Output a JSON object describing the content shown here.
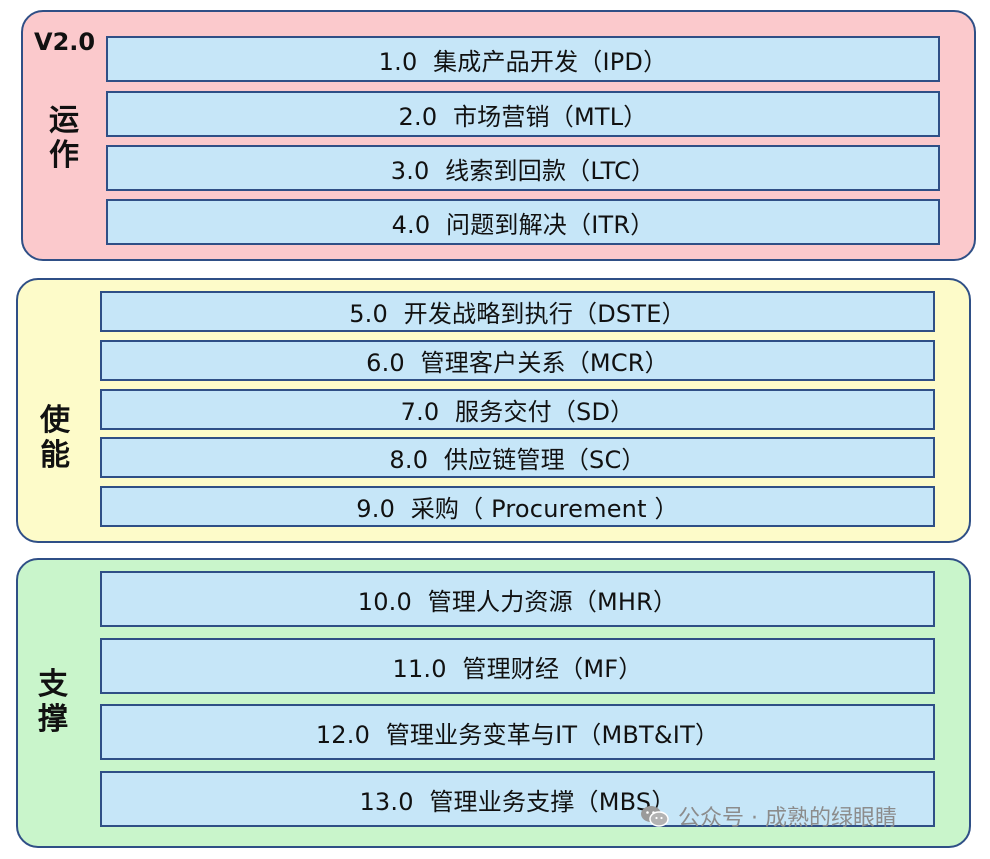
{
  "version": "V2.0",
  "groups": {
    "operations": {
      "label": "运\n作",
      "processes": [
        "1.0  集成产品开发（IPD）",
        "2.0  市场营销（MTL）",
        "3.0  线索到回款（LTC）",
        "4.0  问题到解决（ITR）"
      ]
    },
    "enabling": {
      "label": "使\n能",
      "processes": [
        "5.0  开发战略到执行（DSTE）",
        "6.0  管理客户关系（MCR）",
        "7.0  服务交付（SD）",
        "8.0  供应链管理（SC）",
        "9.0  采购（ Procurement ）"
      ]
    },
    "support": {
      "label": "支\n撑",
      "processes": [
        "10.0  管理人力资源（MHR）",
        "11.0  管理财经（MF）",
        "12.0  管理业务变革与IT（MBT&IT）",
        "13.0  管理业务支撑（MBS）"
      ]
    }
  },
  "watermark": {
    "text": "公众号 · 成熟的绿眼睛",
    "icon": "wechat-icon"
  },
  "colors": {
    "operations_bg": "#fbc9cc",
    "enabling_bg": "#fdfbc9",
    "support_bg": "#c9f5cb",
    "process_bg": "#c6e6f8",
    "border": "#2f4f86"
  }
}
